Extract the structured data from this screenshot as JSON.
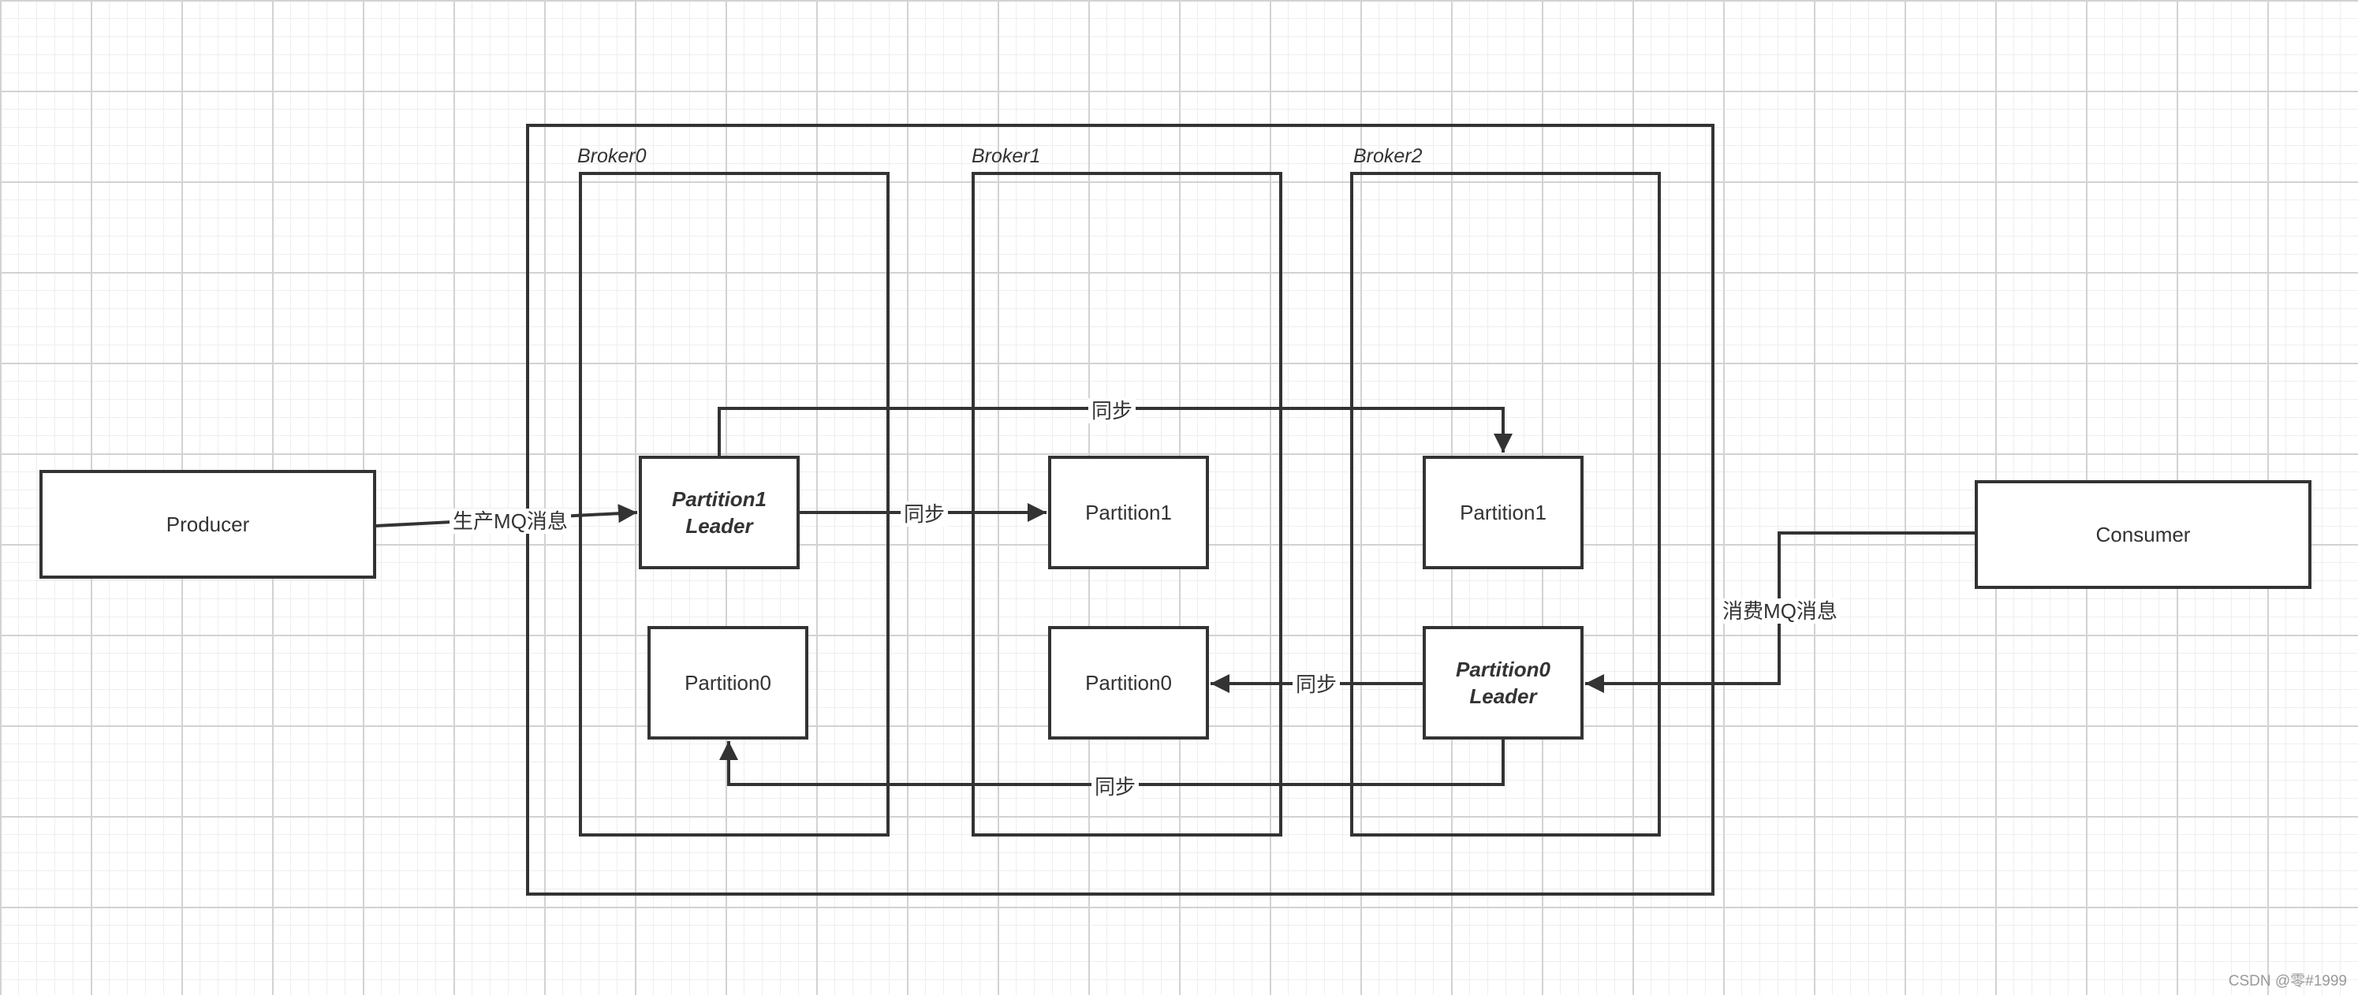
{
  "producer": {
    "label": "Producer"
  },
  "consumer": {
    "label": "Consumer"
  },
  "brokers": [
    {
      "title": "Broker0",
      "partitions": [
        {
          "name": "Partition1",
          "role": "Leader",
          "is_leader": true
        },
        {
          "name": "Partition0",
          "role": "",
          "is_leader": false
        }
      ]
    },
    {
      "title": "Broker1",
      "partitions": [
        {
          "name": "Partition1",
          "role": "",
          "is_leader": false
        },
        {
          "name": "Partition0",
          "role": "",
          "is_leader": false
        }
      ]
    },
    {
      "title": "Broker2",
      "partitions": [
        {
          "name": "Partition1",
          "role": "",
          "is_leader": false
        },
        {
          "name": "Partition0",
          "role": "Leader",
          "is_leader": true
        }
      ]
    }
  ],
  "edge_labels": {
    "produce": "生产MQ消息",
    "consume": "消费MQ消息",
    "sync_p1_broker1": "同步",
    "sync_p1_broker2": "同步",
    "sync_p0_broker1": "同步",
    "sync_p0_broker0": "同步"
  },
  "watermark": "CSDN @零#1999",
  "colors": {
    "stroke": "#333333",
    "grid_major": "#d2d2d2",
    "grid_minor": "#eeeeee",
    "background": "#ffffff"
  }
}
